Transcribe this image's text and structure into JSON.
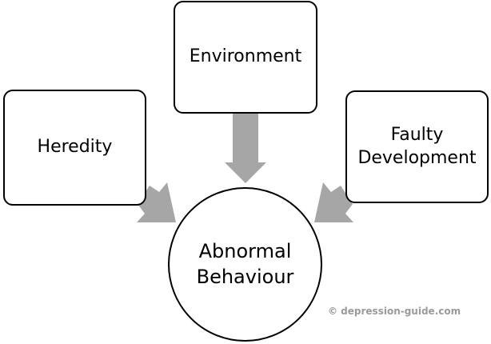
{
  "diagram": {
    "nodes": {
      "heredity": {
        "label": "Heredity"
      },
      "environment": {
        "label": "Environment"
      },
      "faulty_development": {
        "line1": "Faulty",
        "line2": "Development"
      },
      "abnormal_behaviour": {
        "line1": "Abnormal",
        "line2": "Behaviour"
      }
    },
    "arrows": [
      {
        "from": "heredity",
        "to": "abnormal_behaviour"
      },
      {
        "from": "environment",
        "to": "abnormal_behaviour"
      },
      {
        "from": "faulty_development",
        "to": "abnormal_behaviour"
      }
    ],
    "colors": {
      "arrow": "#a6a6a6",
      "border": "#000000",
      "text": "#000000",
      "watermark": "#9a9a9a"
    }
  },
  "watermark": "© depression-guide.com"
}
